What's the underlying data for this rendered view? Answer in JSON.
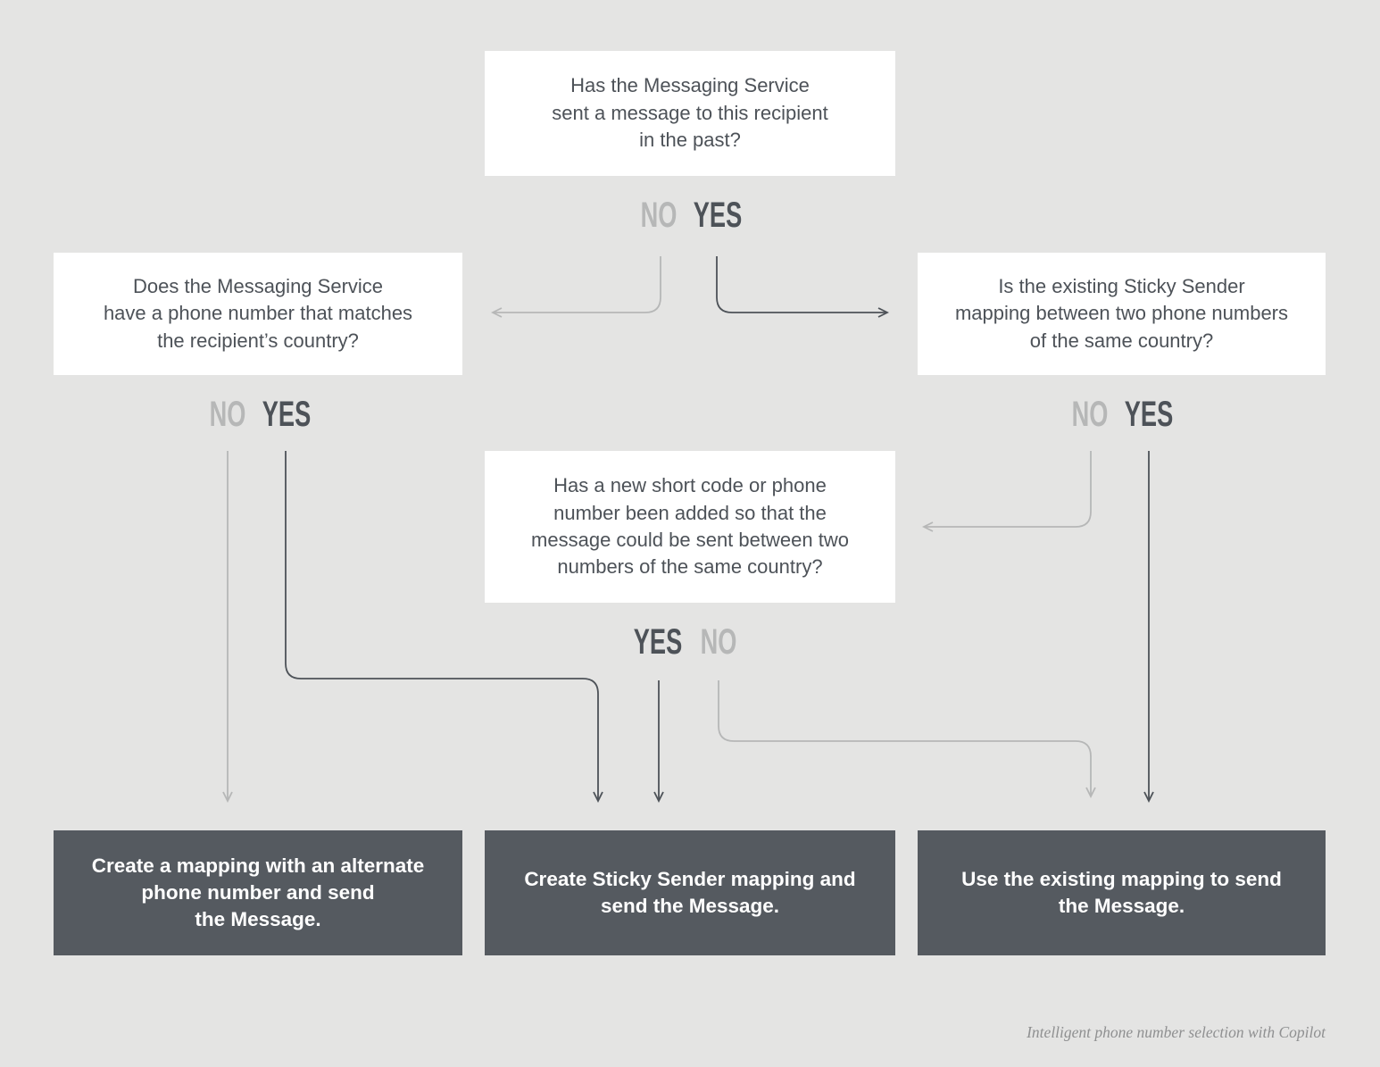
{
  "diagram": {
    "colors": {
      "background": "#e4e4e3",
      "question_box": "#ffffff",
      "answer_box": "#555a60",
      "dark_text": "#4d5258",
      "no_label": "#b6b7b7",
      "yes_label": "#4d5258",
      "gray_arrow": "#b6b7b7",
      "dark_arrow": "#4d5258"
    },
    "nodes": {
      "q1": "Has the Messaging Service\nsent a message to this recipient\nin the past?",
      "q2": "Does the Messaging Service\nhave a phone number that matches\nthe recipient’s country?",
      "q3": "Is the existing Sticky Sender\nmapping between two phone numbers\nof the same country?",
      "q4": "Has a new short code or phone\nnumber been added so that the\nmessage could be sent between two\nnumbers of the same country?",
      "a1": "Create a mapping with an alternate\nphone number and send\nthe Message.",
      "a2": "Create Sticky Sender mapping and\nsend the Message.",
      "a3": "Use the existing mapping to send\nthe Message."
    },
    "labels": {
      "yes": "YES",
      "no": "NO"
    },
    "footer": "Intelligent phone number selection with Copilot"
  }
}
